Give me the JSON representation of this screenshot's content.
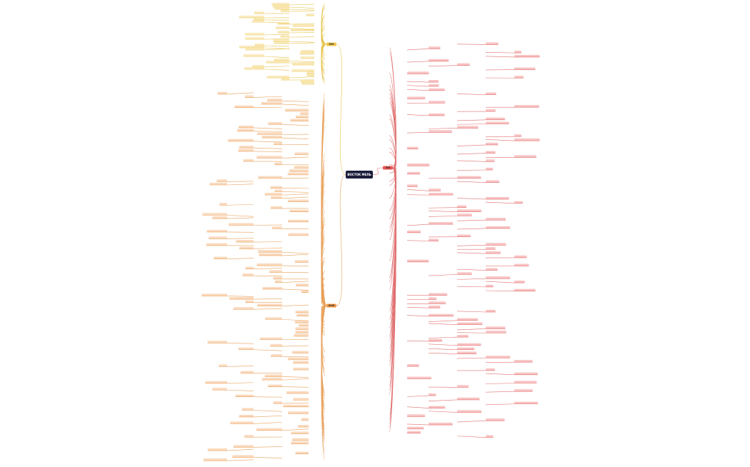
{
  "root": {
    "title": "ВОСТОК МЕЛЬ"
  },
  "branches": [
    {
      "key": "yellow",
      "label": "ХVII",
      "color": "#f2c94c",
      "nodes": 38
    },
    {
      "key": "orange",
      "label": "ХVIII",
      "color": "#f2994a",
      "nodes": 110
    },
    {
      "key": "red",
      "label": "ХIХ",
      "color": "#eb5757",
      "nodes": 95
    }
  ],
  "colors": {
    "background": "#ffffff",
    "root": "#1b1d3a",
    "yellow_line": "#e6c34a",
    "orange_line": "#e8a05a",
    "red_line": "#e07070"
  }
}
